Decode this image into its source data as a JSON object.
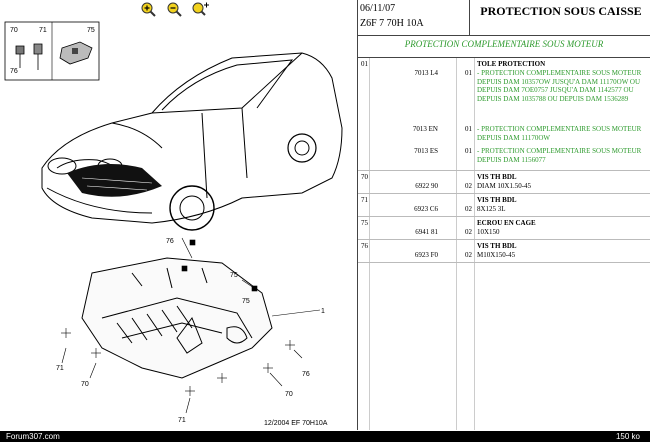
{
  "toolbar": {
    "zoom_in_icon": "zoom-in-icon",
    "zoom_out_icon": "zoom-out-icon",
    "zoom_fit_icon": "zoom-fit-icon"
  },
  "drawing": {
    "inset_labels": [
      "70",
      "71",
      "76",
      "75"
    ],
    "callouts": {
      "c1": "1",
      "c70a": "70",
      "c71a": "71",
      "c75a": "75",
      "c75b": "75",
      "c76a": "76",
      "c70b": "70",
      "c71b": "71"
    },
    "footer": "12/2004   EF 70H10A"
  },
  "header": {
    "date": "06/11/07",
    "reference": "Z6F 7 70H 10A",
    "title": "PROTECTION SOUS CAISSE"
  },
  "subtitle": "PROTECTION COMPLEMENTAIRE SOUS MOTEUR",
  "parts": [
    {
      "idx": "01",
      "pn": "",
      "qty": "",
      "desc": "TOLE PROTECTION",
      "green": false
    },
    {
      "idx": "",
      "pn": "7013 L4",
      "qty": "01",
      "desc": "- PROTECTION COMPLEMENTAIRE SOUS MOTEUR DEPUIS DAM 10357OW JUSQU'A DAM 11170OW OU DEPUIS DAM 7OE0757 JUSQU'A DAM 1142577 OU DEPUIS DAM 1035788 OU DEPUIS DAM 1536289",
      "green": true
    },
    {
      "idx": "",
      "pn": "7013 EN",
      "qty": "01",
      "desc": "- PROTECTION COMPLEMENTAIRE SOUS MOTEUR DEPUIS DAM 11170OW",
      "green": true
    },
    {
      "idx": "",
      "pn": "7013 ES",
      "qty": "01",
      "desc": "- PROTECTION COMPLEMENTAIRE SOUS MOTEUR DEPUIS DAM 1156077",
      "green": true
    },
    {
      "idx": "70",
      "pn": "",
      "qty": "",
      "desc": "VIS TH BDL",
      "green": false
    },
    {
      "idx": "",
      "pn": "6922 90",
      "qty": "02",
      "desc": "DIAM 10X1.50-45",
      "green": false
    },
    {
      "idx": "71",
      "pn": "",
      "qty": "",
      "desc": "VIS TH BDL",
      "green": false
    },
    {
      "idx": "",
      "pn": "6923 C6",
      "qty": "02",
      "desc": "8X125 3L",
      "green": false
    },
    {
      "idx": "75",
      "pn": "",
      "qty": "",
      "desc": "ECROU EN CAGE",
      "green": false
    },
    {
      "idx": "",
      "pn": "6941 81",
      "qty": "02",
      "desc": "10X150",
      "green": false
    },
    {
      "idx": "76",
      "pn": "",
      "qty": "",
      "desc": "VIS TH BDL",
      "green": false
    },
    {
      "idx": "",
      "pn": "6923 F0",
      "qty": "02",
      "desc": "M10X150-45",
      "green": false
    }
  ],
  "status": {
    "left": "Forum307.com",
    "right": "150 ko"
  }
}
